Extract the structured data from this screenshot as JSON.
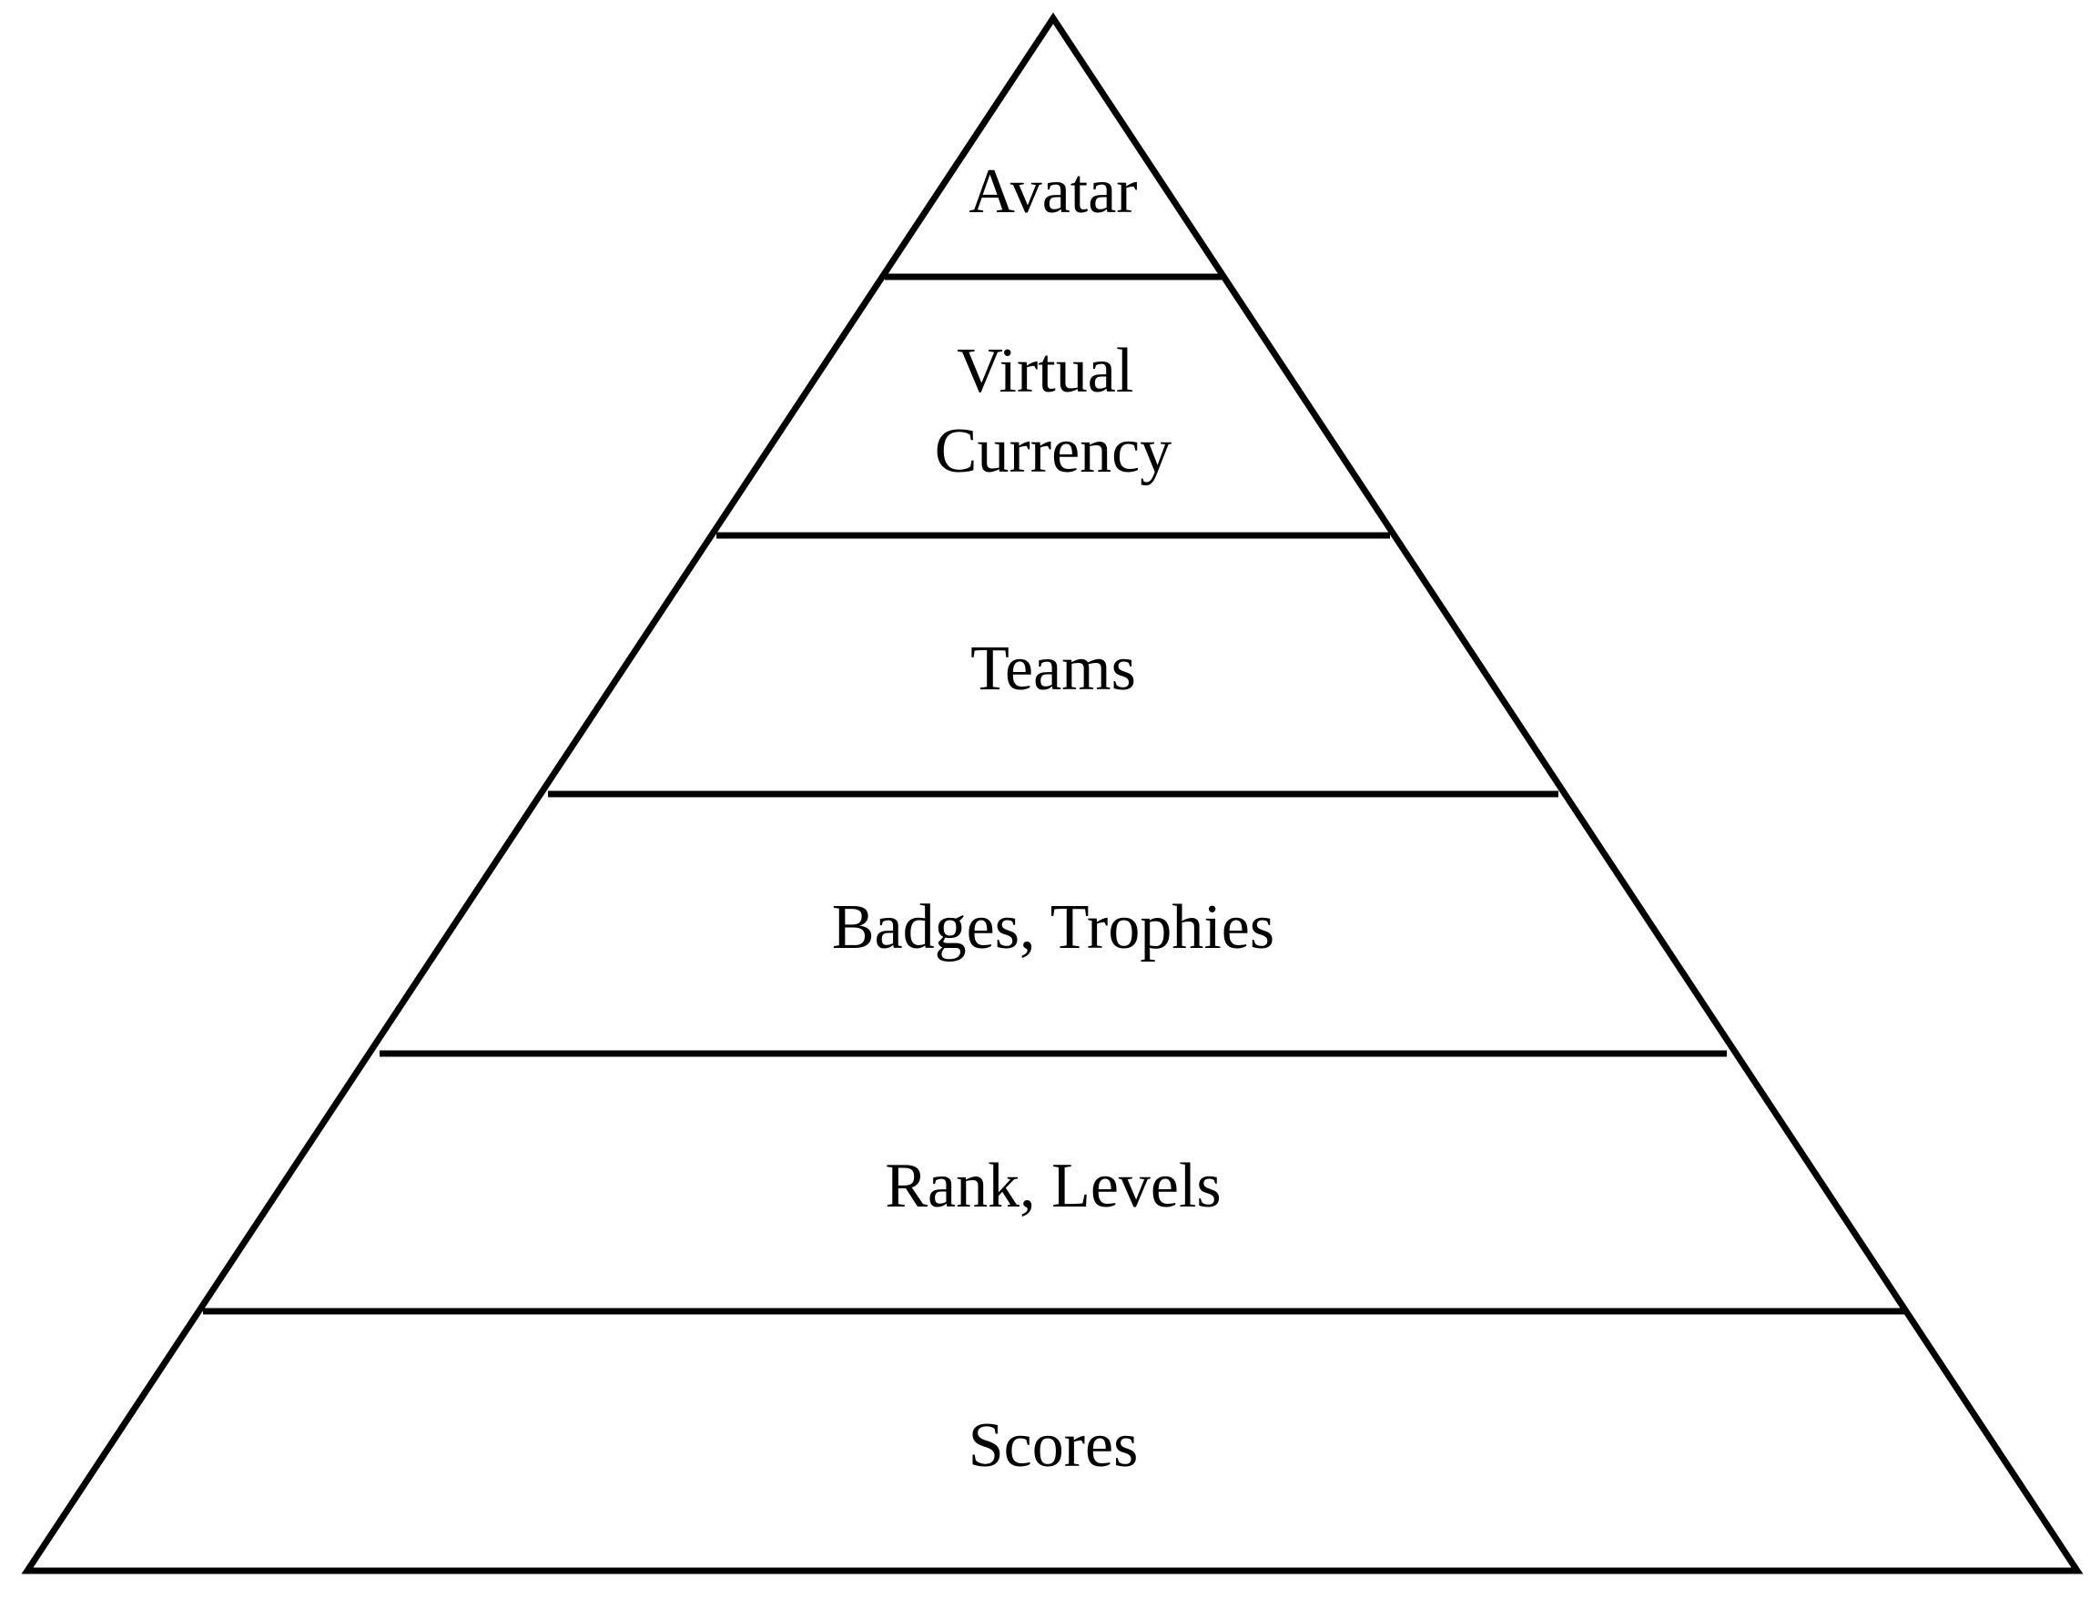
{
  "diagram": {
    "type": "pyramid",
    "colors": {
      "stroke": "#000000",
      "fill": "#ffffff",
      "text": "#000000"
    },
    "layers": [
      {
        "lines": [
          "Avatar"
        ]
      },
      {
        "lines": [
          "Virtual",
          "Currency"
        ]
      },
      {
        "lines": [
          "Teams"
        ]
      },
      {
        "lines": [
          "Badges, Trophies"
        ]
      },
      {
        "lines": [
          "Rank, Levels"
        ]
      },
      {
        "lines": [
          "Scores"
        ]
      }
    ]
  }
}
